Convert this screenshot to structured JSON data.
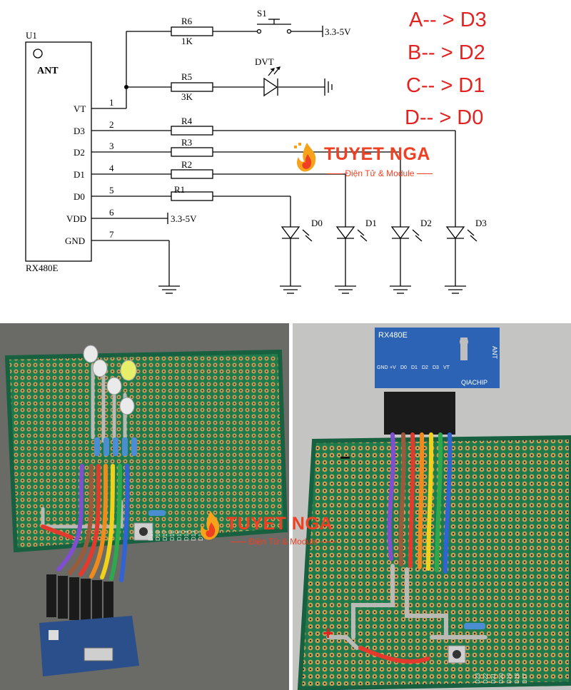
{
  "schematic": {
    "u1_label": "U1",
    "ant_label": "ANT",
    "ic_name": "RX480E",
    "pins": [
      {
        "num": "1",
        "name": "VT"
      },
      {
        "num": "2",
        "name": "D3"
      },
      {
        "num": "3",
        "name": "D2"
      },
      {
        "num": "4",
        "name": "D1"
      },
      {
        "num": "5",
        "name": "D0"
      },
      {
        "num": "6",
        "name": "VDD"
      },
      {
        "num": "7",
        "name": "GND"
      }
    ],
    "resistors": [
      {
        "ref": "R6",
        "value": "1K"
      },
      {
        "ref": "R5",
        "value": "3K"
      },
      {
        "ref": "R4",
        "value": ""
      },
      {
        "ref": "R3",
        "value": ""
      },
      {
        "ref": "R2",
        "value": ""
      },
      {
        "ref": "R1",
        "value": ""
      }
    ],
    "switch_label": "S1",
    "supply_label": "3.3-5V",
    "vdd_supply_label": "3.3-5V",
    "led_dvt_label": "DVT",
    "leds": [
      "D0",
      "D1",
      "D2",
      "D3"
    ]
  },
  "mappings": [
    "A-- > D3",
    "B-- > D2",
    "C-- > D1",
    "D-- > D0"
  ],
  "watermark": {
    "brand": "TUYET NGA",
    "subtitle": "Điện Tử & Module"
  },
  "photo_left": {
    "board_markings": [
      "D19",
      "D18",
      "D17",
      "D16",
      "D15",
      "D14",
      "D13",
      "D12"
    ]
  },
  "photo_right": {
    "module_label": "RX480E",
    "module_brand": "QIACHIP",
    "ant_label": "ANT",
    "pin_labels": [
      "GND",
      "+V",
      "D0",
      "D1",
      "D2",
      "D3",
      "VT"
    ],
    "minus_mark": "−",
    "plus_mark": "+",
    "board_markings": [
      "D23",
      "D22",
      "D21",
      "D20",
      "D19",
      "D18",
      "D17"
    ]
  },
  "colors": {
    "schematic_line": "#000000",
    "mapping_text": "#e32222",
    "pcb_green": "#1f7a4c",
    "watermark_red": "#ef4024"
  }
}
